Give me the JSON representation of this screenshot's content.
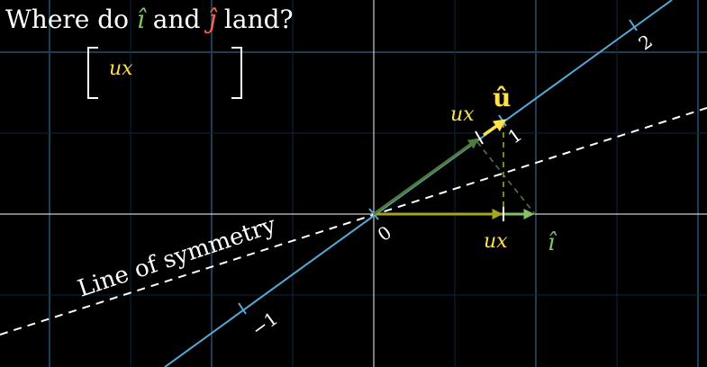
{
  "title": {
    "prefix": "Where do ",
    "i_hat": "î",
    "middle": " and ",
    "j_hat": "ĵ",
    "suffix": " land?"
  },
  "matrix": {
    "entry_top": "ux"
  },
  "labels": {
    "line_of_symmetry": "Line of symmetry",
    "origin": "0",
    "u_hat": "û",
    "u_x": "ux",
    "i_hat": "î"
  },
  "number_line_ticks": [
    "−1",
    "1",
    "2"
  ],
  "colors": {
    "background": "#000000",
    "grid": "#1c3d52",
    "axis": "#ffffff",
    "number_line": "#58a8d8",
    "i_hat": "#83c167",
    "j_hat": "#fc6255",
    "u_hat": "#ffe14a",
    "projection": "#a6a51e",
    "symmetry_line": "#ffffff"
  }
}
